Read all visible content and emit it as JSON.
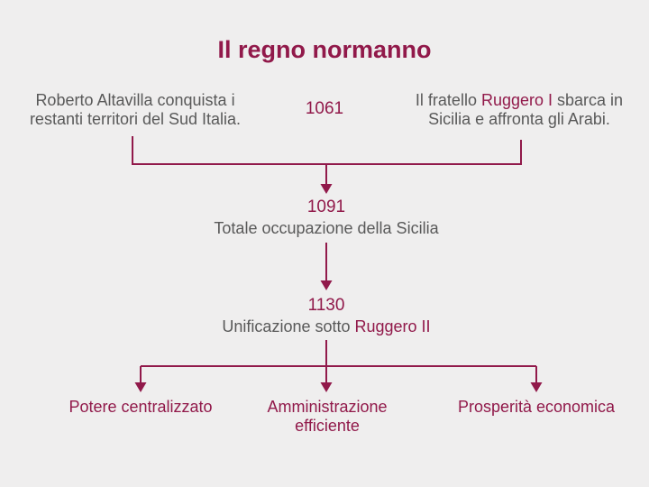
{
  "slide": {
    "title": "Il regno normanno",
    "colors": {
      "accent": "#91194a",
      "text_gray": "#595959",
      "background": "#efeeee"
    }
  },
  "events": {
    "e1061": {
      "year": "1061",
      "left": {
        "line1": "Roberto Altavilla conquista i",
        "line2": "restanti territori del Sud Italia."
      },
      "right": {
        "prefix": "Il fratello ",
        "highlight": "Ruggero I",
        "suffix": " sbarca in",
        "line2": "Sicilia e affronta gli Arabi."
      }
    },
    "e1091": {
      "year": "1091",
      "description": "Totale occupazione della Sicilia"
    },
    "e1130": {
      "year": "1130",
      "description_prefix": "Unificazione sotto ",
      "description_highlight": "Ruggero II"
    }
  },
  "outcomes": [
    {
      "label": "Potere centralizzato"
    },
    {
      "label": "Amministrazione efficiente"
    },
    {
      "label": "Prosperità economica"
    }
  ]
}
